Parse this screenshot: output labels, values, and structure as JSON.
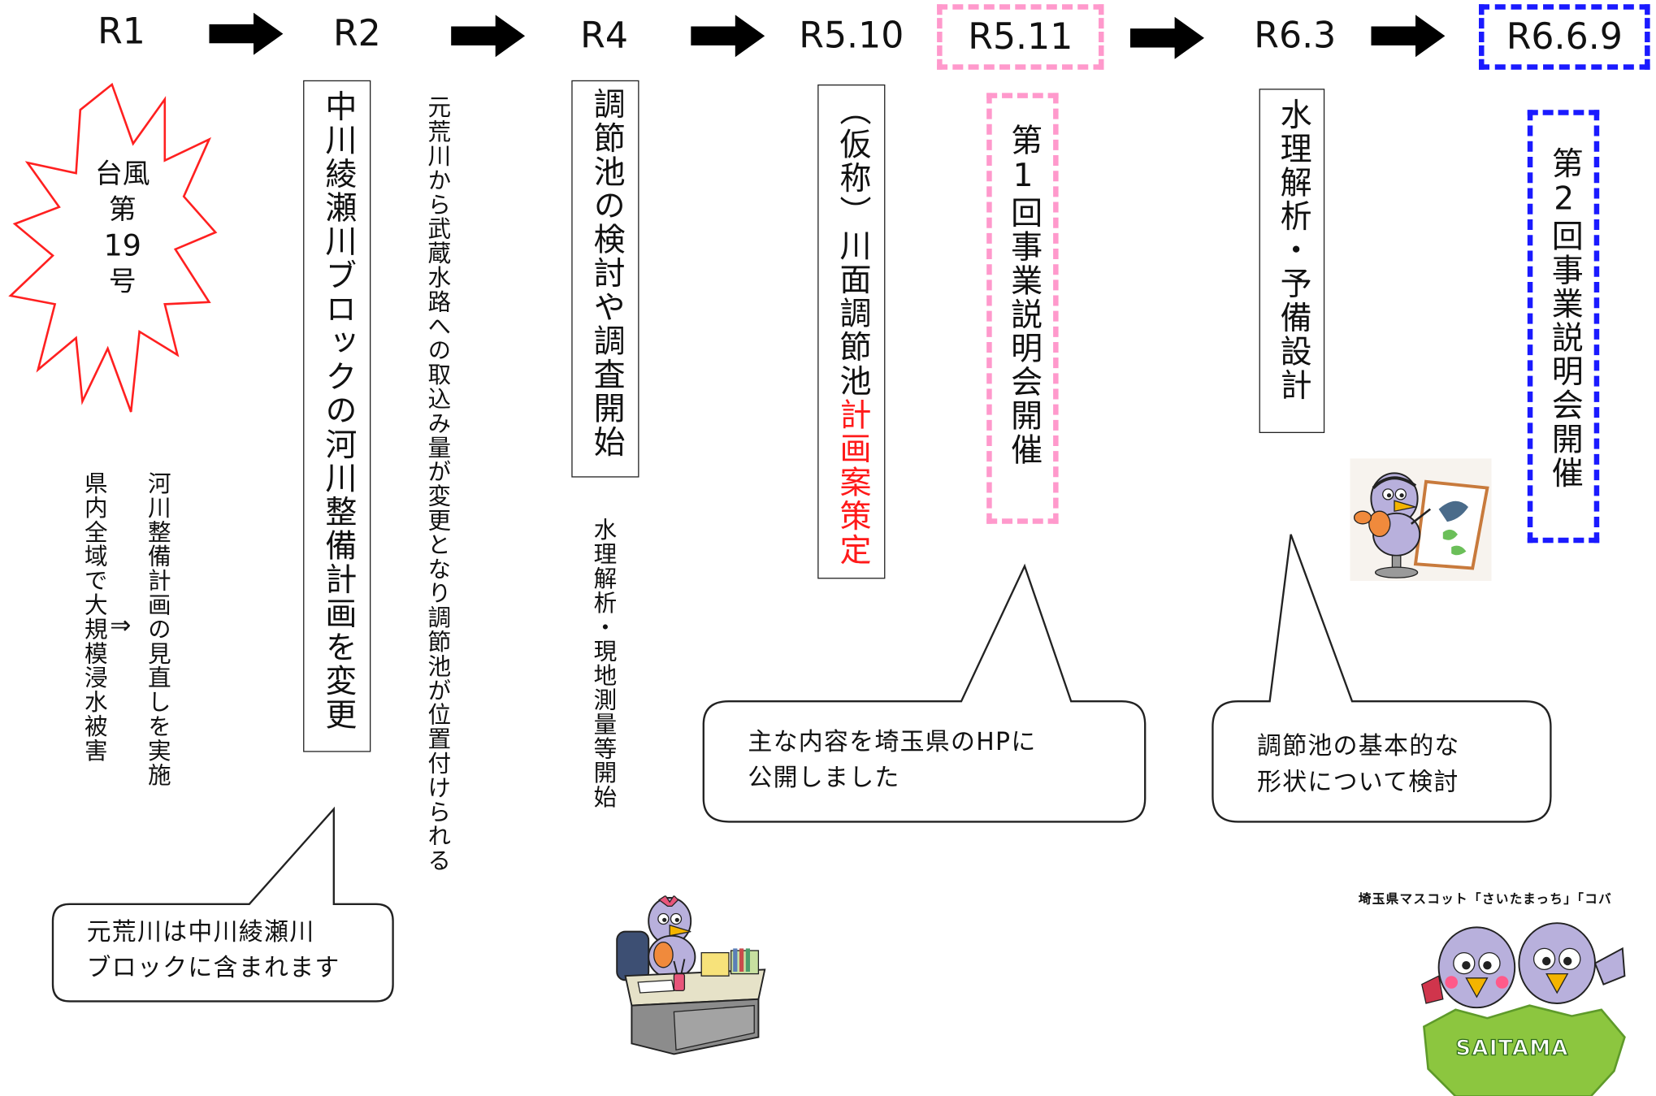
{
  "timeline": {
    "periods": [
      "R1",
      "R2",
      "R4",
      "R5.10",
      "R5.11",
      "R6.3",
      "R6.6.9"
    ]
  },
  "r1": {
    "burst_lines": [
      "台風",
      "第",
      "19",
      "号"
    ],
    "note_right": "河川整備計画の見直しを実施",
    "note_arrow": "⇒",
    "note_left": "県内全域で大規模浸水被害"
  },
  "r2": {
    "box": "中川綾瀬川ブロックの河川整備計画を変更",
    "side_text": "元荒川から武蔵水路への取込み量が変更となり調節池が位置付けられる",
    "callout": [
      "元荒川は中川綾瀬川",
      "ブロックに含まれます"
    ]
  },
  "r4": {
    "box": "調節池の検討や調査開始",
    "note": "水理解析・現地測量等開始"
  },
  "r510": {
    "box_black": "（仮称）川面調節池",
    "box_red": "計画案策定"
  },
  "r511": {
    "box": "第1回事業説明会開催",
    "callout": [
      "主な内容を埼玉県のHPに",
      "公開しました"
    ]
  },
  "r63": {
    "box": "水理解析・予備設計",
    "callout": [
      "調節池の基本的な",
      "形状について検討"
    ]
  },
  "r669": {
    "box": "第2回事業説明会開催"
  },
  "mascot": {
    "caption": "埼玉県マスコット「さいたまっち」「コバ",
    "logo_text": "SAITAMA"
  },
  "colors": {
    "pink_dash": "#ff99cc",
    "blue_dash": "#1a1aff",
    "red_text": "#ff1a1a",
    "burst_outline": "#ff2020",
    "arrow": "#000000",
    "mascot_body": "#b8b0dc",
    "saitama_green": "#8cc63f"
  }
}
